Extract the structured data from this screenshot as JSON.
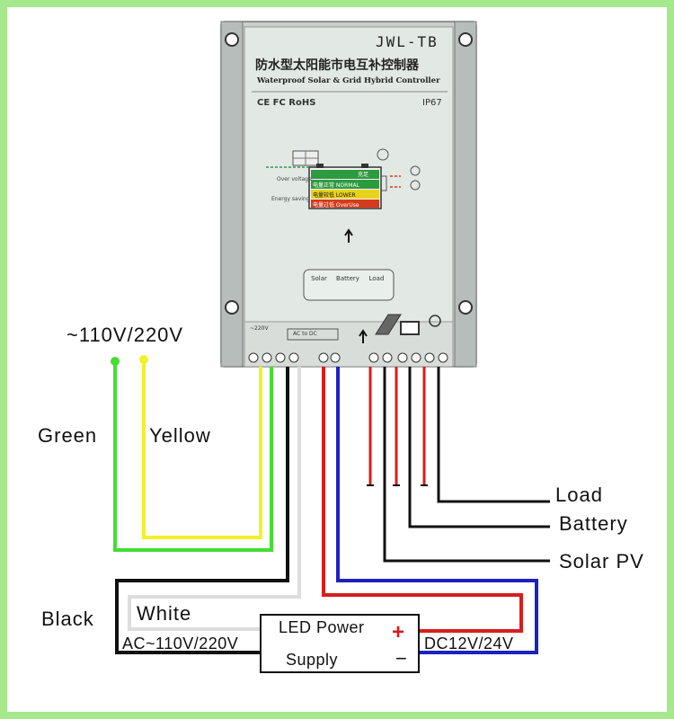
{
  "labels": {
    "mains_voltage": "~110V/220V",
    "green": "Green",
    "yellow": "Yellow",
    "black": "Black",
    "white": "White",
    "load": "Load",
    "battery": "Battery",
    "solar_pv": "Solar PV",
    "ac_input": "AC~110V/220V",
    "dc_output": "DC12V/24V"
  },
  "power_supply": {
    "line1": "LED Power",
    "line2": "Supply",
    "plus": "+",
    "minus": "−"
  },
  "controller": {
    "model": "JWL-TB",
    "title_cn": "防水型太阳能市电互补控制器",
    "title_en": "Waterproof Solar & Grid Hybrid Controller",
    "certs": "CE FC RoHS",
    "ip_rating": "IP67"
  },
  "indicators": {
    "overvoltage": "Over voltage",
    "energy_saving": "Energy saving",
    "top": "充足",
    "normal": "电量正常 NORMAL",
    "lower": "电量较低 LOWER",
    "overuse": "电量过低 OverUse"
  },
  "led_labels": {
    "solar": "Solar",
    "battery": "Battery",
    "load": "Load"
  },
  "terminals": {
    "ac": "~220V",
    "ac_to_dc": "AC to DC"
  },
  "colors": {
    "frame": "#a6e98c",
    "green_wire": "#44dd33",
    "yellow_wire": "#f5ef2a",
    "red_wire": "#d61e1e",
    "blue_wire": "#1d22bd",
    "black_wire": "#111111",
    "white_wire": "#dddddd"
  }
}
